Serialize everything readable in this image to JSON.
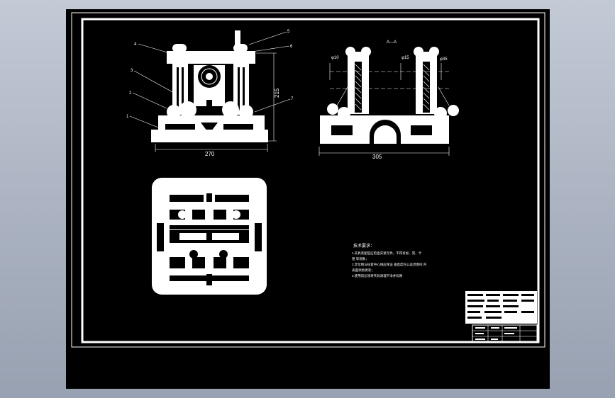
{
  "front_view": {
    "width_dim": "270",
    "height_dim": "215",
    "part_numbers": [
      "1",
      "2",
      "3",
      "4",
      "5",
      "6",
      "7"
    ]
  },
  "side_view": {
    "section_label": "A—A",
    "width_dim": "305",
    "dia_1": "φ10",
    "dia_2": "φ15",
    "dia_3": "φ35"
  },
  "notes": {
    "title": "技术要求：",
    "lines": [
      "1.夹具装配后应检查夹紧元件，不得有松、晃、卡",
      "阻 等现象；",
      "2.定位销与钻套中心线应保证 垂直度在公差范围内 内",
      "表面涂防锈漆；",
      "3.使用前必须将夹具清理干净并润滑"
    ]
  },
  "colors": {
    "viewport_bg": "#000000",
    "lines": "#ffffff",
    "app_bg": "#b0b8c6"
  }
}
